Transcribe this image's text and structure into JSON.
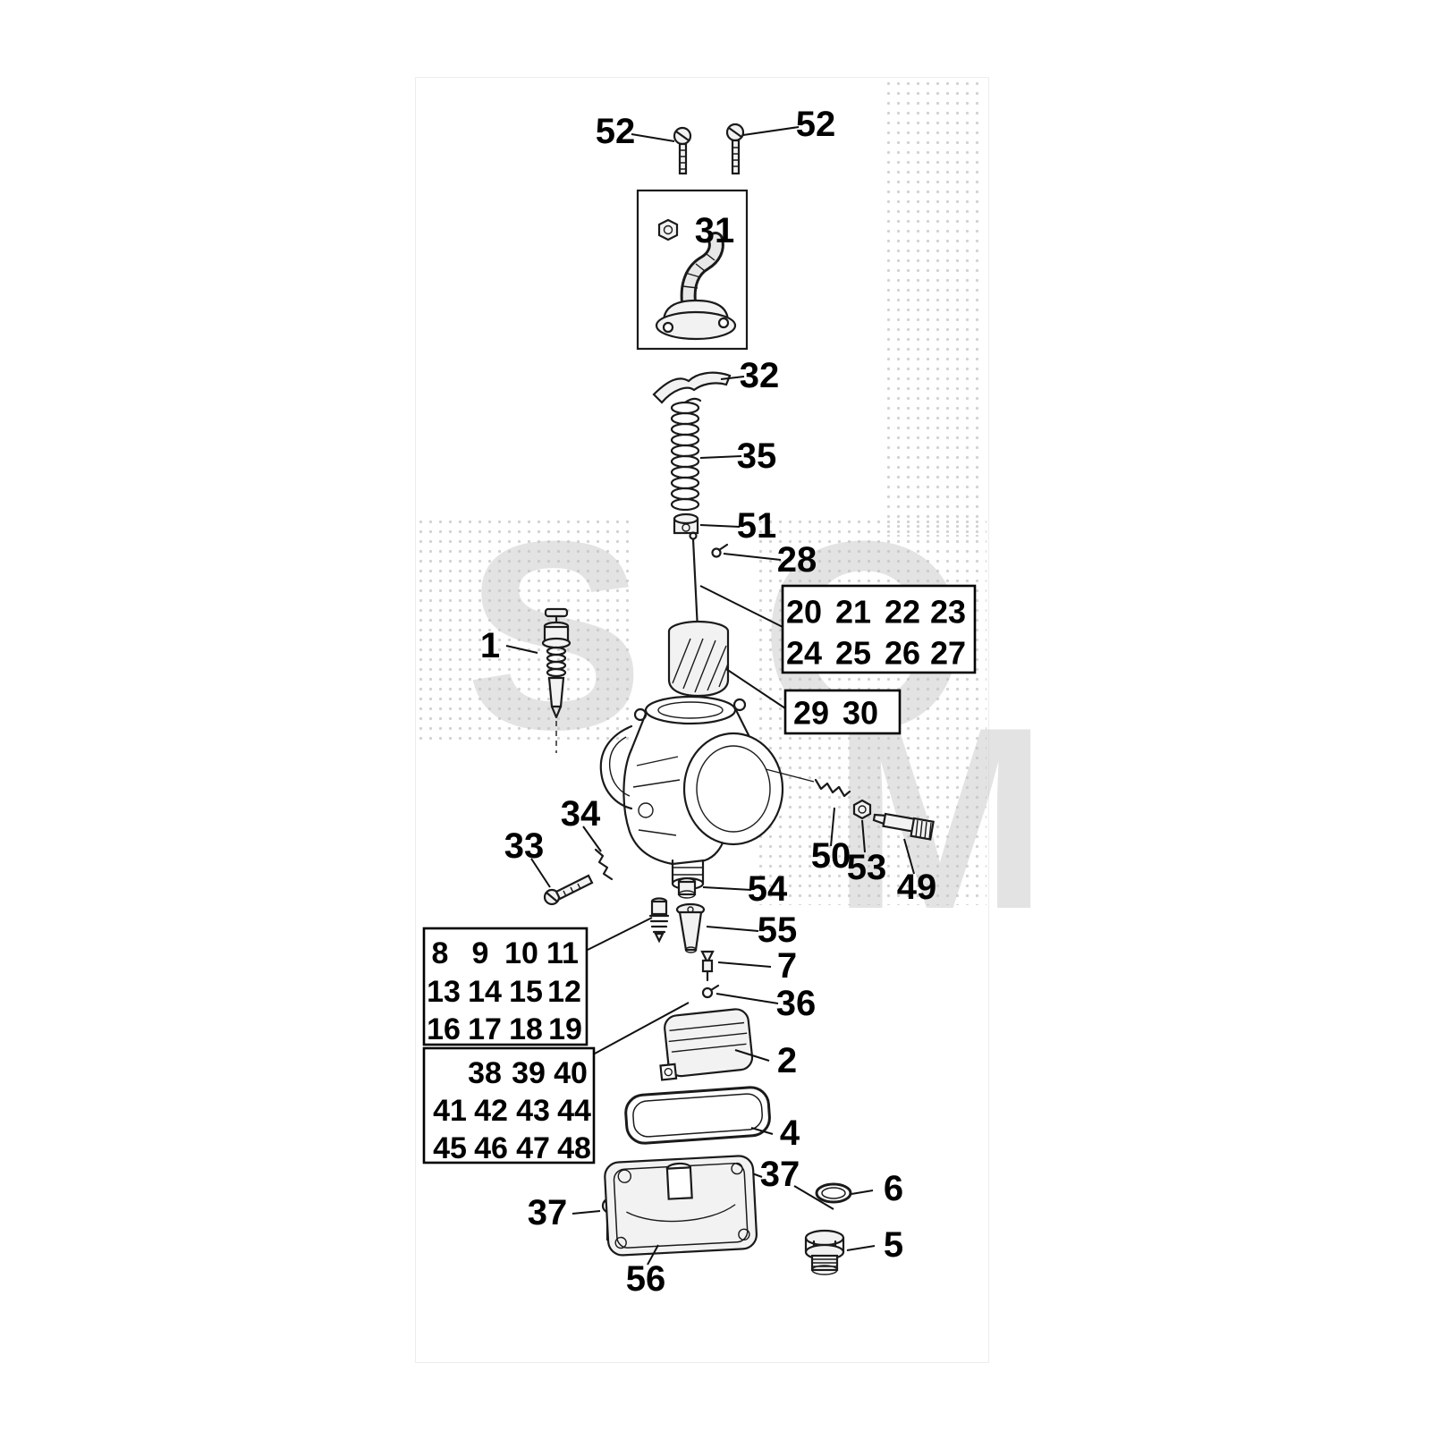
{
  "watermark": {
    "letters": [
      "S",
      "O",
      "M"
    ]
  },
  "callouts": {
    "c52l": "52",
    "c52r": "52",
    "c31": "31",
    "c32": "32",
    "c35": "35",
    "c51": "51",
    "c28": "28",
    "c1": "1",
    "c33": "33",
    "c34": "34",
    "c50": "50",
    "c53": "53",
    "c49": "49",
    "c54": "54",
    "c55": "55",
    "c7": "7",
    "c36": "36",
    "c2": "2",
    "c4": "4",
    "c37r": "37",
    "c37l": "37",
    "c6": "6",
    "c5": "5",
    "c56": "56"
  },
  "boxes": {
    "upper": {
      "rows": [
        [
          "20",
          "21",
          "22",
          "23"
        ],
        [
          "24",
          "25",
          "26",
          "27"
        ]
      ]
    },
    "mid": {
      "rows": [
        [
          "29",
          "30"
        ]
      ]
    },
    "left1": {
      "rows": [
        [
          "8",
          "9",
          "10",
          "11"
        ],
        [
          "13",
          "14",
          "15",
          "12"
        ],
        [
          "16",
          "17",
          "18",
          "19"
        ]
      ]
    },
    "left2": {
      "rows": [
        [
          "38",
          "39",
          "40"
        ],
        [
          "41",
          "42",
          "43",
          "44"
        ],
        [
          "45",
          "46",
          "47",
          "48"
        ]
      ]
    }
  }
}
